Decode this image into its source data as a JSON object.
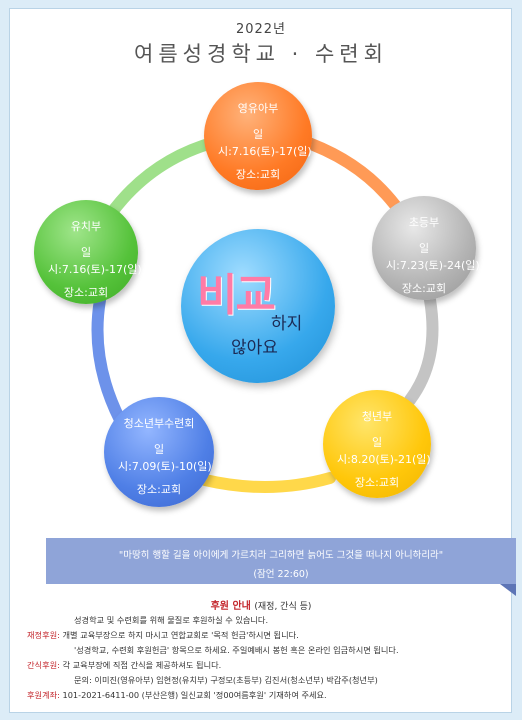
{
  "header": {
    "year": "2022년",
    "title": "여름성경학교 · 수련회"
  },
  "departments": [
    {
      "id": "infant",
      "name": "영유아부",
      "date": "일시:7.16(토)-17(일)",
      "place": "장소:교회",
      "color": "#ff7a25"
    },
    {
      "id": "elementary",
      "name": "초등부",
      "date": "일시:7.23(토)-24(일)",
      "place": "장소:교회",
      "color": "#b3b3b3"
    },
    {
      "id": "youth",
      "name": "청년부",
      "date": "일시:8.20(토)-21(일)",
      "place": "장소:교회",
      "color": "#ffc70a"
    },
    {
      "id": "teen",
      "name": "청소년부수련회",
      "date": "일시:7.09(토)-10(일)",
      "place": "장소:교회",
      "color": "#4f7fe6"
    },
    {
      "id": "kinder",
      "name": "유치부",
      "date": "일시:7.16(토)-17(일)",
      "place": "장소:교회",
      "color": "#55c23a"
    }
  ],
  "center": {
    "big": "비교",
    "line1": "하지",
    "line2": "않아요"
  },
  "banner": {
    "quote": "\"마땅히 행할 길을 아이에게 가르치라 그리하면 늙어도 그것을 떠나지 아니하리라\"",
    "ref": "(잠언 22:60)"
  },
  "support": {
    "title": "후원 안내",
    "subtitle": "(재정, 간식 등)",
    "intro": "성경학교 및 수련회를 위해 물질로 후원하실 수 있습니다.",
    "finance_label": "재정후원:",
    "finance_text": "개별 교육부장으로 하지 마시고 연합교회로 '목적 헌금'하시면 됩니다.",
    "finance_text2": "'성경학교, 수련회 후원헌금' 항목으로 하세요. 주일예배시 봉헌 혹은 온라인 입금하시면 됩니다.",
    "snack_label": "간식후원:",
    "snack_text": "각 교육부장에 직접 간식을 제공하셔도 됩니다.",
    "contact": "문의: 이미진(영유아부) 임현정(유치부) 구정모(초등부) 김진서(청소년부) 박갑주(청년부)",
    "account_label": "후원계좌:",
    "account_text": "101-2021-6411-00 (부산은행) 일신교회 '정00여름후원' 기재하여 주세요."
  }
}
